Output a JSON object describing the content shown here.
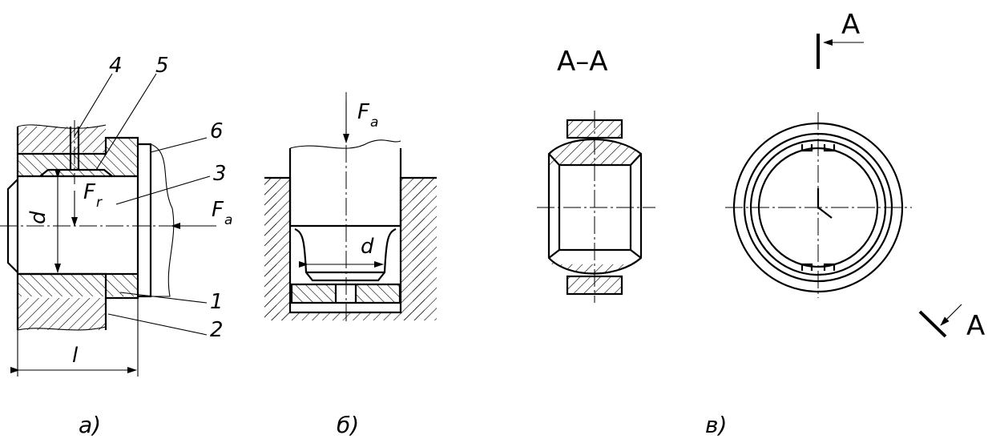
{
  "labels": {
    "part_4": "4",
    "part_5": "5",
    "part_6": "6",
    "part_3": "3",
    "part_1": "1",
    "part_2": "2",
    "diameter": "d",
    "length": "l",
    "force_radial_main": "F",
    "force_radial_sub": "r",
    "force_axial_main": "F",
    "force_axial_sub": "a",
    "force_press_main": "F",
    "force_press_sub": "a",
    "diameter_b": "d",
    "section_title": "A–A",
    "section_mark_top": "A",
    "section_mark_bottom": "A"
  },
  "captions": {
    "a": "а)",
    "b": "б)",
    "v": "в)"
  }
}
